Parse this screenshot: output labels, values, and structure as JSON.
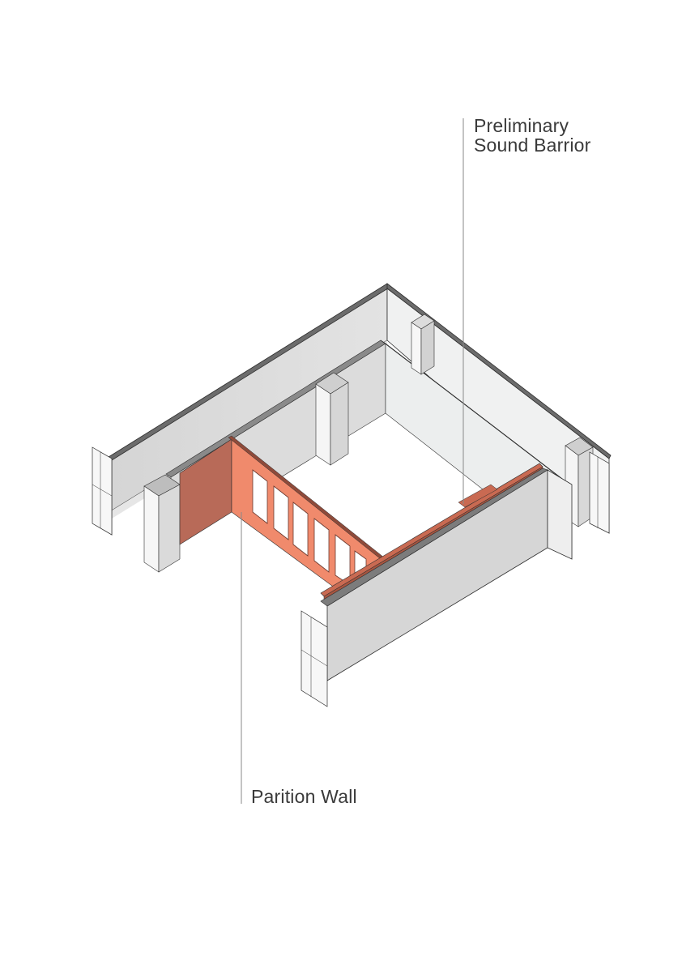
{
  "annotations": {
    "sound_barrier": {
      "line1": "Preliminary",
      "line2": "Sound Barrior"
    },
    "partition_wall": {
      "text": "Parition Wall"
    }
  },
  "colors": {
    "partition_front": "#f08a6c",
    "partition_side": "#b86a58",
    "barrier": "#c96a52",
    "wall_top": "#6c6c6c",
    "wall_light": "#efefef",
    "wall_mid": "#d9d9d9",
    "outline": "#2e2e2e",
    "leader": "#8a8a8a"
  }
}
